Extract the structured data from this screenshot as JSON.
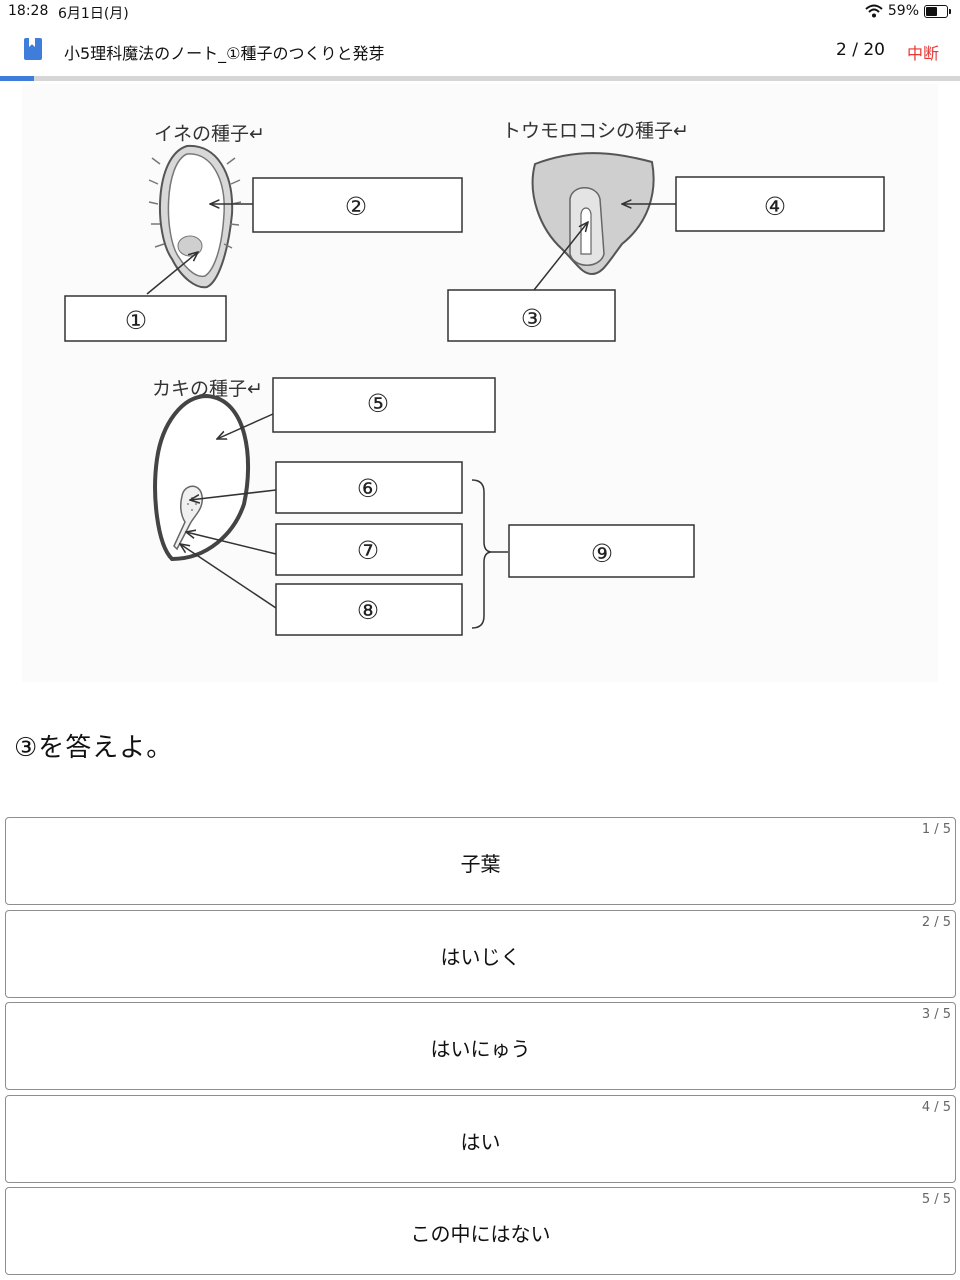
{
  "status": {
    "time": "18:28",
    "date": "6月1日(月)",
    "battery": "59%",
    "battery_level": 0.59
  },
  "header": {
    "title": "小5理科魔法のノート_①種子のつくりと発芽",
    "counter": "2 / 20",
    "stop_label": "中断"
  },
  "progress": {
    "fraction": 0.035
  },
  "diagram": {
    "labels": {
      "ine": "イネの種子↵",
      "toumorokoshi": "トウモロコシの種子↵",
      "kaki": "カキの種子↵"
    },
    "boxes": [
      "①",
      "②",
      "③",
      "④",
      "⑤",
      "⑥",
      "⑦",
      "⑧",
      "⑨"
    ]
  },
  "question": "③を答えよ。",
  "choices": [
    {
      "index": "1 / 5",
      "label": "子葉"
    },
    {
      "index": "2 / 5",
      "label": "はいじく"
    },
    {
      "index": "3 / 5",
      "label": "はいにゅう"
    },
    {
      "index": "4 / 5",
      "label": "はい"
    },
    {
      "index": "5 / 5",
      "label": "この中にはない"
    }
  ]
}
